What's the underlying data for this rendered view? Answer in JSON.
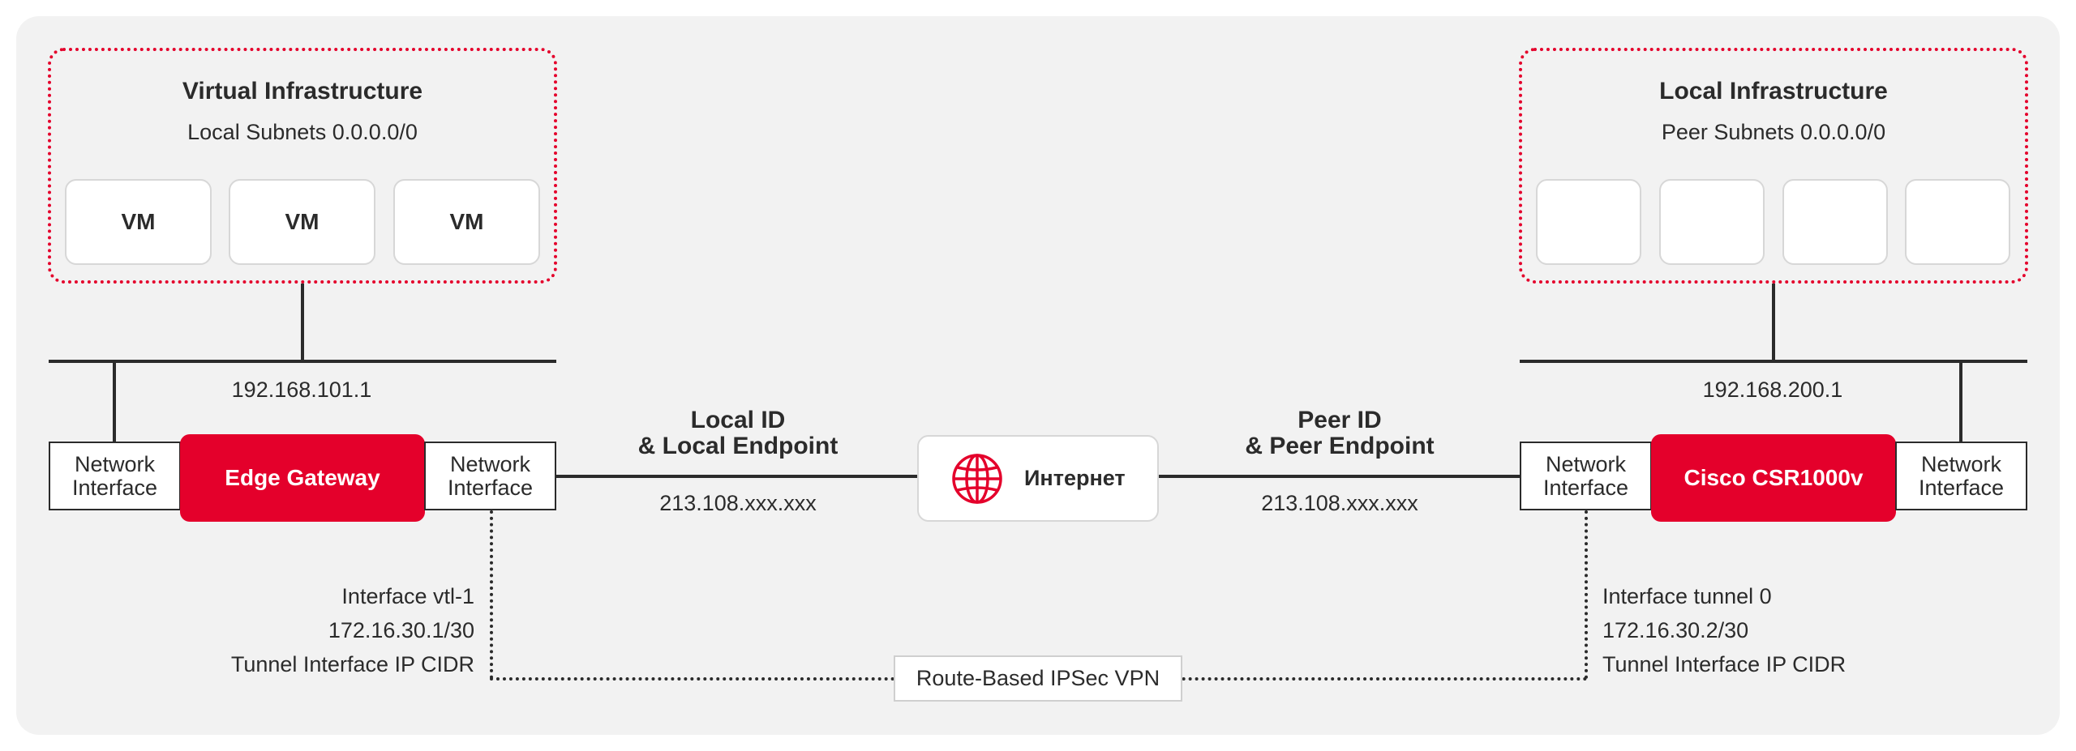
{
  "left": {
    "infra_title": "Virtual Infrastructure",
    "infra_subtitle": "Local Subnets 0.0.0.0/0",
    "vms": [
      "VM",
      "VM",
      "VM"
    ],
    "lan_ip": "192.168.101.1",
    "outer_iface": "Network\nInterface",
    "gateway": "Edge Gateway",
    "inner_iface": "Network\nInterface",
    "tunnel_iface": "Interface vtl-1",
    "tunnel_ip": "172.16.30.1/30",
    "tunnel_cidr": "Tunnel Interface IP CIDR"
  },
  "right": {
    "infra_title": "Local Infrastructure",
    "infra_subtitle": "Peer Subnets 0.0.0.0/0",
    "boxes": [
      "",
      "",
      "",
      ""
    ],
    "lan_ip": "192.168.200.1",
    "inner_iface": "Network\nInterface",
    "gateway": "Cisco CSR1000v",
    "outer_iface": "Network\nInterface",
    "tunnel_iface": "Interface tunnel 0",
    "tunnel_ip": "172.16.30.2/30",
    "tunnel_cidr": "Tunnel Interface IP CIDR"
  },
  "center": {
    "local_id": "Local ID\n& Local Endpoint",
    "local_ip": "213.108.xxx.xxx",
    "peer_id": "Peer ID\n& Peer Endpoint",
    "peer_ip": "213.108.xxx.xxx",
    "internet": "Интернет",
    "internet_icon": "globe-icon",
    "vpn": "Route-Based IPSec VPN"
  },
  "colors": {
    "accent": "#e4002b",
    "panel": "#f2f2f2",
    "line": "#2b2b2b"
  }
}
